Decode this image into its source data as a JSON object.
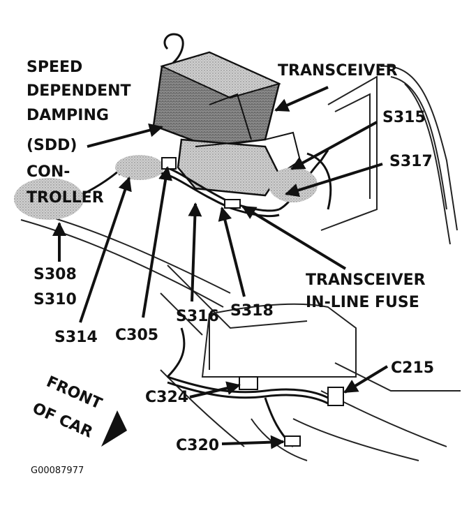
{
  "labels": {
    "sdd_line1": "SPEED",
    "sdd_line2": "DEPENDENT",
    "sdd_line3": "DAMPING",
    "sdd_line4": "(SDD)",
    "sdd_line5": "CON-",
    "sdd_line6": "TROLLER",
    "transceiver": "TRANSCEIVER",
    "s315": "S315",
    "s317": "S317",
    "s308": "S308",
    "s310": "S310",
    "s314": "S314",
    "c305": "C305",
    "s316": "S316",
    "s318": "S318",
    "fuse_line1": "TRANSCEIVER",
    "fuse_line2": "IN-LINE FUSE",
    "c215": "C215",
    "c324": "C324",
    "c320": "C320",
    "front_line1": "FRONT",
    "front_line2": "OF CAR",
    "figure_id": "G00087977"
  }
}
